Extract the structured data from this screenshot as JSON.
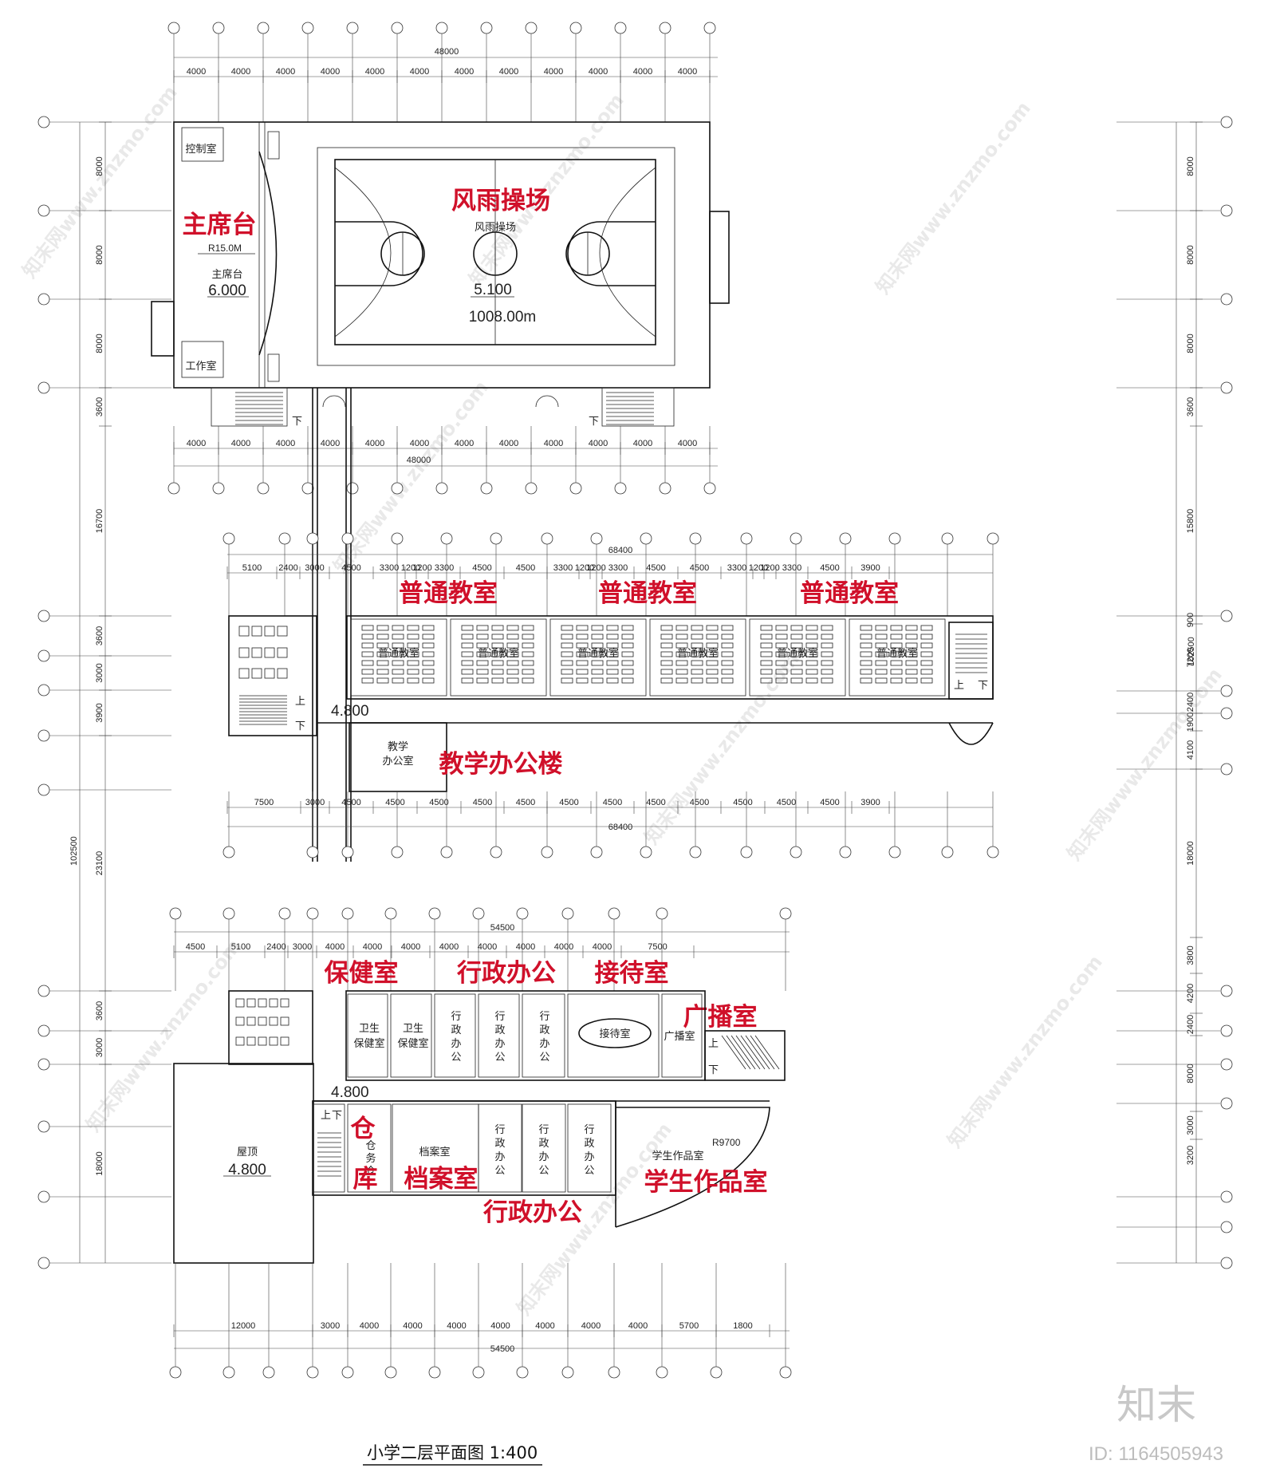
{
  "plan_title": "小学二层平面图  1:400",
  "brand": {
    "logo_text": "知末",
    "id_text": "ID: 1164505943",
    "watermark": "知末网www.znzmo.com"
  },
  "labels": {
    "playground": "风雨操场",
    "playground_small": "风雨操场",
    "playground_level": "5.100",
    "playground_area": "1008.00m",
    "rostrum": "主席台",
    "rostrum_small": "主席台",
    "rostrum_level": "6.000",
    "radius_rostrum": "R15.0M",
    "control_room": "控制室",
    "work_room": "工作室",
    "classroom": "普通教室",
    "classroom_small": "普通教室",
    "teaching_office_small_1": "教学",
    "teaching_office_small_2": "办公室",
    "teaching_building": "教学办公楼",
    "level_480": "4.800",
    "health_room": "保健室",
    "admin_office": "行政办公",
    "reception": "接待室",
    "reception_small": "接待室",
    "broadcast": "广播室",
    "broadcast_small": "广播室",
    "health_small_1": "卫生",
    "health_small_2": "保健室",
    "admin_small_chars": [
      "行",
      "政",
      "办",
      "公"
    ],
    "storage_1": "仓",
    "storage_2": "库",
    "archive": "档案室",
    "archive_small": "档案室",
    "student_works": "学生作品室",
    "student_works_small": "学生作品室",
    "radius_works": "R9700",
    "roof": "屋顶",
    "roof_level": "4.800",
    "stair_up": "上",
    "stair_down": "下",
    "storage_small_chars": [
      "仓",
      "务",
      "仓"
    ]
  },
  "dims": {
    "gym_top_total": "48000",
    "gym_top": [
      "4000",
      "4000",
      "4000",
      "4000",
      "4000",
      "4000",
      "4000",
      "4000",
      "4000",
      "4000",
      "4000",
      "4000"
    ],
    "gym_bottom": [
      "4000",
      "4000",
      "4000",
      "4000",
      "4000",
      "4000",
      "4000",
      "4000",
      "4000",
      "4000",
      "4000",
      "4000"
    ],
    "gym_bottom_total": "48000",
    "teach_top_total": "68400",
    "teach_top": [
      "5100",
      "2400",
      "3000",
      "4500",
      "3300",
      "1200",
      "1200",
      "3300",
      "4500",
      "4500",
      "3300",
      "1200",
      "1200",
      "3300",
      "4500",
      "4500",
      "3300",
      "1200",
      "1200",
      "3300",
      "4500",
      "3900"
    ],
    "teach_bottom": [
      "7500",
      "3000",
      "4500",
      "4500",
      "4500",
      "4500",
      "4500",
      "4500",
      "4500",
      "4500",
      "4500",
      "4500",
      "4500",
      "4500",
      "3900"
    ],
    "teach_bottom_total": "68400",
    "admin_top_total": "54500",
    "admin_top": [
      "4500",
      "5100",
      "2400",
      "3000",
      "4000",
      "4000",
      "4000",
      "4000",
      "4000",
      "4000",
      "4000",
      "4000",
      "7500"
    ],
    "admin_bottom": [
      "12000",
      "3000",
      "4000",
      "4000",
      "4000",
      "4000",
      "4000",
      "4000",
      "4000",
      "5700",
      "1800"
    ],
    "admin_bottom_total": "54500",
    "left_outer": [
      "8000",
      "8000",
      "8000",
      "3600",
      "16700",
      "3600",
      "3000",
      "3900",
      "23100",
      "3600",
      "3000",
      "18000"
    ],
    "left_total": "102500",
    "right": [
      "8000",
      "8000",
      "8000",
      "3600",
      "15800",
      "900",
      "7200",
      "2400",
      "1900",
      "4100",
      "18000",
      "3800",
      "4200",
      "2400",
      "8000",
      "3000",
      "3200"
    ],
    "right_total": "102500"
  }
}
